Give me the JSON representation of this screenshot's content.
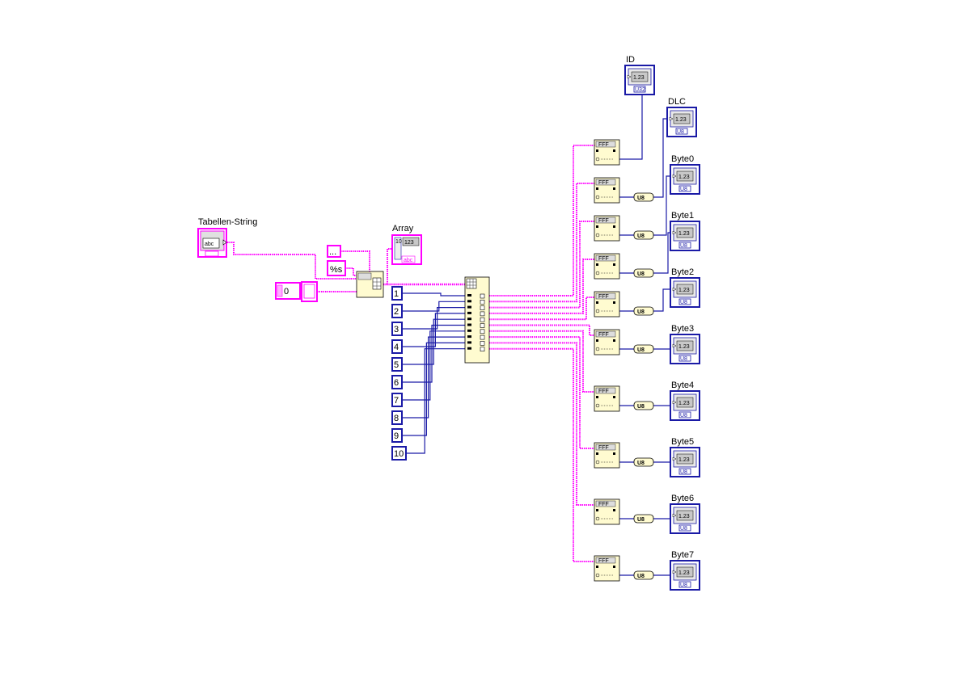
{
  "diagram": {
    "input_label": "Tabellen-String",
    "input_type": "abc",
    "delimiter": "...",
    "format": "%s",
    "start_index": "0",
    "array_label": "Array",
    "array_num_type": "123",
    "array_index_count": "10",
    "array_str_type": "abc",
    "indices": [
      "1",
      "2",
      "3",
      "4",
      "5",
      "6",
      "7",
      "8",
      "9",
      "10"
    ],
    "scan_fn_label": "FFF",
    "conversion_label": "U8",
    "indicator_display": "1.23",
    "outputs": [
      {
        "label": "ID",
        "type": "U32"
      },
      {
        "label": "DLC",
        "type": "U8"
      },
      {
        "label": "Byte0",
        "type": "U8"
      },
      {
        "label": "Byte1",
        "type": "U8"
      },
      {
        "label": "Byte2",
        "type": "U8"
      },
      {
        "label": "Byte3",
        "type": "U8"
      },
      {
        "label": "Byte4",
        "type": "U8"
      },
      {
        "label": "Byte5",
        "type": "U8"
      },
      {
        "label": "Byte6",
        "type": "U8"
      },
      {
        "label": "Byte7",
        "type": "U8"
      }
    ],
    "colors": {
      "string_wire": "#ff00ff",
      "numeric_wire": "#1a1aa6",
      "function_fill": "#fffbd0",
      "indicator_bg": "#c8c8c8"
    }
  }
}
